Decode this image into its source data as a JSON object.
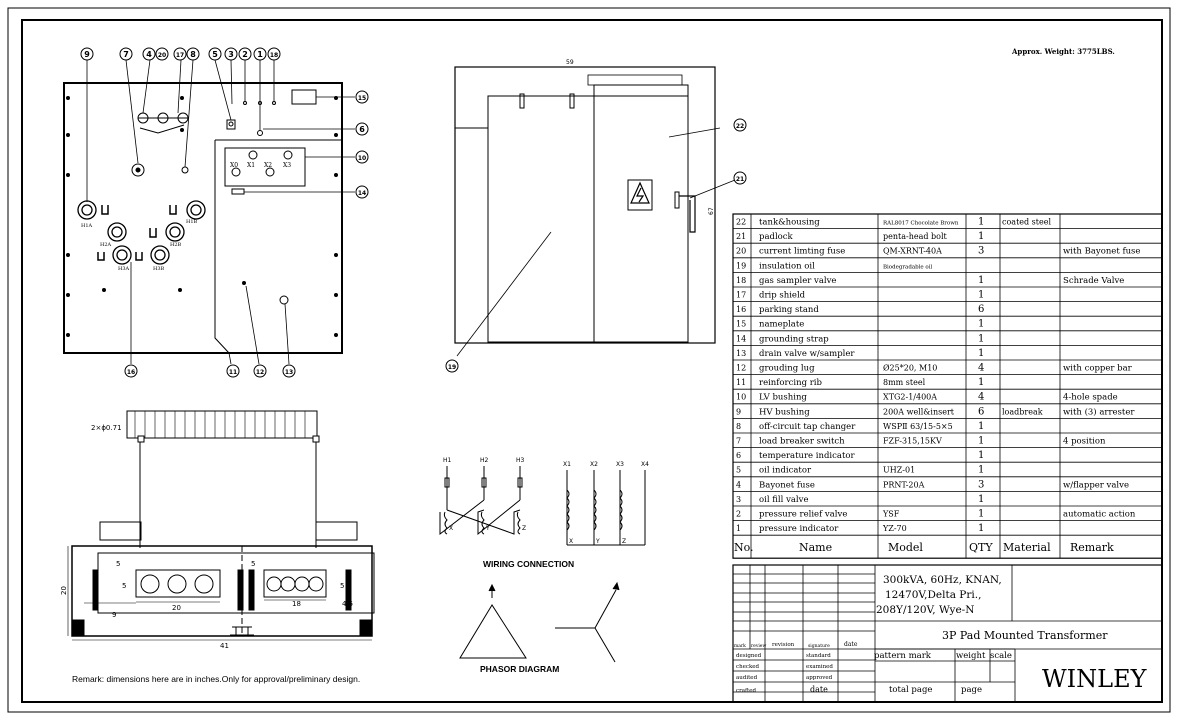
{
  "weight_note": "Approx. Weight: 3775LBS.",
  "remark_note": "Remark: dimensions here are in inches.Only for approval/preliminary design.",
  "callouts": [
    "9",
    "7",
    "4",
    "20",
    "17",
    "8",
    "5",
    "3",
    "2",
    "1",
    "18",
    "15",
    "6",
    "10",
    "14",
    "16",
    "11",
    "12",
    "13",
    "22",
    "21",
    "19"
  ],
  "top_view": {
    "bushings": [
      "X0",
      "X1",
      "X2",
      "X3"
    ],
    "hv_labels": [
      "H1A",
      "H2A",
      "H1B",
      "H2B",
      "H3A",
      "H3B"
    ]
  },
  "side_view": {
    "dim_top": "59",
    "dim_right": "67"
  },
  "bottom_view": {
    "hole_note": "2×ϕ0.71",
    "dims": [
      "20",
      "20",
      "9",
      "18",
      "4.5",
      "41",
      "5",
      "5",
      "5",
      "5"
    ]
  },
  "wiring": {
    "title": "WIRING CONNECTION",
    "hv_terms": [
      "H1",
      "H2",
      "H3"
    ],
    "lv_terms": [
      "X1",
      "X2",
      "X3",
      "X4"
    ],
    "coil_labels": [
      "X",
      "Y",
      "Z",
      "X",
      "Y",
      "Z"
    ]
  },
  "phasor": {
    "title": "PHASOR DIAGRAM"
  },
  "bom": {
    "headers": [
      "No.",
      "Name",
      "Model",
      "QTY",
      "Material",
      "Remark"
    ],
    "rows": [
      [
        "22",
        "tank&housing",
        "RAL8017 Chocolate Brown",
        "1",
        "coated steel",
        ""
      ],
      [
        "21",
        "padlock",
        "penta-head bolt",
        "1",
        "",
        ""
      ],
      [
        "20",
        "current limting fuse",
        "QM-XRNT-40A",
        "3",
        "",
        "with Bayonet fuse"
      ],
      [
        "19",
        "insulation oil",
        "Biodegradable oil",
        "",
        "",
        ""
      ],
      [
        "18",
        "gas sampler valve",
        "",
        "1",
        "",
        "Schrade Valve"
      ],
      [
        "17",
        "drip shield",
        "",
        "1",
        "",
        ""
      ],
      [
        "16",
        "parking stand",
        "",
        "6",
        "",
        ""
      ],
      [
        "15",
        "nameplate",
        "",
        "1",
        "",
        ""
      ],
      [
        "14",
        "grounding strap",
        "",
        "1",
        "",
        ""
      ],
      [
        "13",
        "drain valve w/sampler",
        "",
        "1",
        "",
        ""
      ],
      [
        "12",
        "grouding lug",
        "Ø25*20, M10",
        "4",
        "",
        "with copper bar"
      ],
      [
        "11",
        "reinforcing rib",
        "8mm steel",
        "1",
        "",
        ""
      ],
      [
        "10",
        "LV bushing",
        "XTG2-1/400A",
        "4",
        "",
        "4-hole spade"
      ],
      [
        "9",
        "HV bushing",
        "200A well&insert",
        "6",
        "loadbreak",
        "with (3) arrester"
      ],
      [
        "8",
        "off-circuit tap changer",
        "WSPⅡ 63/15-5×5",
        "1",
        "",
        ""
      ],
      [
        "7",
        "load breaker switch",
        "FZF-315,15KV",
        "1",
        "",
        "4 position"
      ],
      [
        "6",
        "temperature indicator",
        "",
        "1",
        "",
        ""
      ],
      [
        "5",
        "oil indicator",
        "UHZ-01",
        "1",
        "",
        ""
      ],
      [
        "4",
        "Bayonet fuse",
        "PRNT-20A",
        "3",
        "",
        "w/flapper valve"
      ],
      [
        "3",
        "oil fill valve",
        "",
        "1",
        "",
        ""
      ],
      [
        "2",
        "pressure relief valve",
        "YSF",
        "1",
        "",
        "automatic action"
      ],
      [
        "1",
        "pressure indicator",
        "YZ-70",
        "1",
        "",
        ""
      ]
    ]
  },
  "title_block": {
    "spec_lines": [
      "300kVA, 60Hz, KNAN,",
      "12470V,Delta Pri.,",
      "208Y/120V, Wye-N"
    ],
    "product_title": "3P Pad Mounted Transformer",
    "sign_cols": [
      "mark",
      "review",
      "revision",
      "signature",
      "date"
    ],
    "row_labels": [
      "designed",
      "checked",
      "audited",
      "crafted"
    ],
    "mid_labels": [
      "standard",
      "examined",
      "approved",
      "date"
    ],
    "pattern_mark": "pattern mark",
    "weight": "weight",
    "scale": "scale",
    "total_page": "total page",
    "page": "page",
    "company": "WINLEY"
  }
}
